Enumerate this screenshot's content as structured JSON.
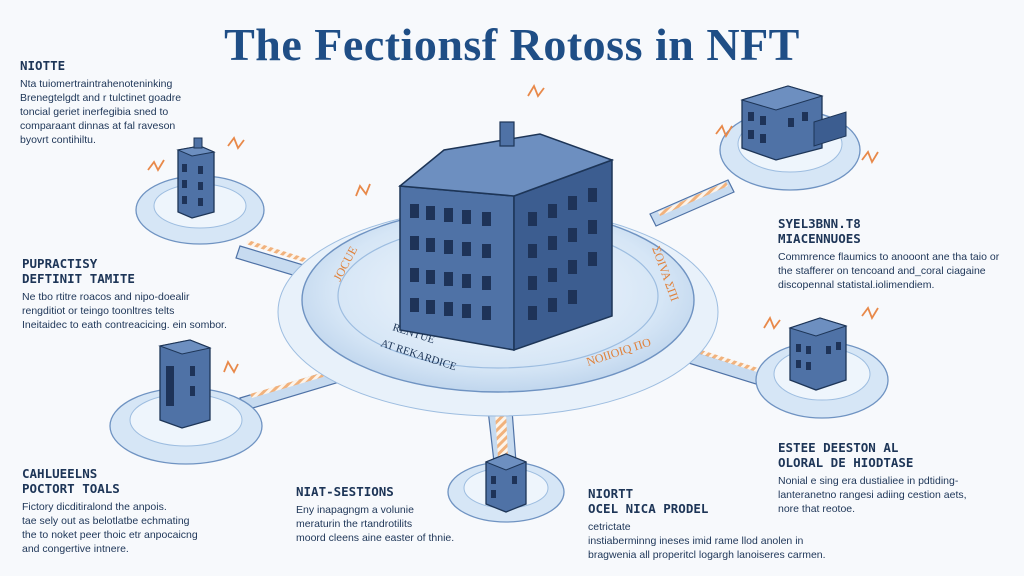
{
  "title": "The Fectionsf Rotoss in NFT",
  "notes": {
    "top_left": {
      "heading": "NIOTTE",
      "body": "Nta tuiomertraintrahenoteninking\nBrenegtelgdt and r tulctinet goadre\ntoncial geriet inerfegibia sned to\ncomparaant dinnas at fal raveson\nbyovrt contihiltu."
    },
    "mid_left": {
      "heading": "PUPRACTISY\nDEFTINIT TAMITE",
      "body": "Ne tbo rtitre roacos and nipo-doealir\nrengditiot or teingo toonltres telts\nIneitaidec to eath contreacicing. ein sombor."
    },
    "bottom_left": {
      "heading": "CAHLUEELNS\nPOCTORT TOALS",
      "body": "Fictory dicditiralond the anpois.\ntae sely out as belotlatbe echmating\nthe to noket peer thoic etr anpocaicng\nand congertive intnere."
    },
    "bottom_center": {
      "heading": "NIAT-SESTIONS",
      "body": "Eny inapagngm a volunie\nmeraturin the rtandrotilits\nmoord cleens aine easter of thnie."
    },
    "bottom_mid": {
      "heading": "NIORTT\nOCEL NICA PRODEL",
      "body": "cetrictate\ninstiaberminng ineses imid rame llod anolen in\nbragwenia all properitcl logargh lanoiseres carmen."
    },
    "mid_right": {
      "heading": "SYEL3BNN.T8\nMIACENNUOES",
      "body": "Commrence flaumics to anooont ane tha taio or\nthe stafferer on tencoand and_coral ciagaine\ndiscopennal statistal.iolimendiem."
    },
    "bottom_right": {
      "heading": "ESTEE DEESTON AL\nOLORAL DE HIODTASE",
      "body": "Nonial e sing era dustialiee in pdtiding-\nlanteranetno rangesi adiing cestion aets,\nnore that reotoe."
    }
  },
  "hub": {
    "label_line1": "RENTUE",
    "label_line2": "AT REKARDICE",
    "ring_left": "JOCUE",
    "ring_right": "ΣOIVA ΣΠΙ",
    "ring_bottom": "NOIIOIQ ΠΟ"
  },
  "colors": {
    "accent": "#e8894a",
    "building": "#4f72a6",
    "building_dark": "#2f4d7d",
    "platform": "#d4e4f5",
    "title": "#1f4e86"
  }
}
